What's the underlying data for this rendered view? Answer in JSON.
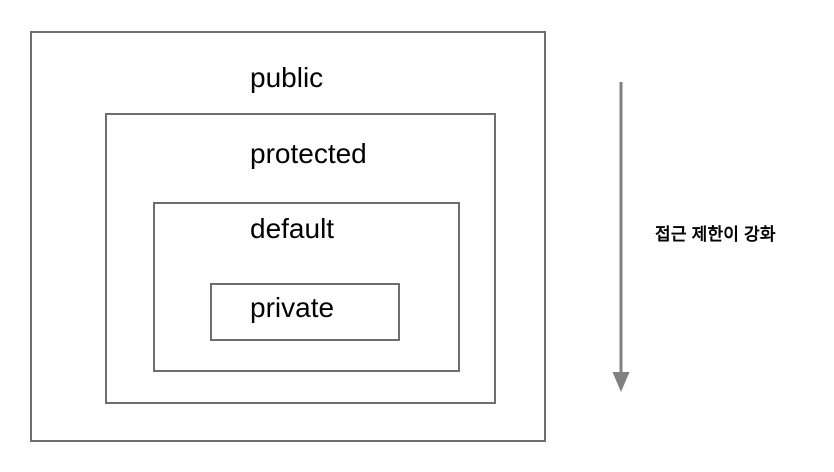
{
  "diagram": {
    "title": "Java access modifier scope diagram",
    "colors": {
      "box_border": "#6e6e6e",
      "text": "#000000",
      "arrow": "#808080",
      "background": "#ffffff"
    },
    "levels": [
      {
        "id": "public",
        "label": "public",
        "order": 1
      },
      {
        "id": "protected",
        "label": "protected",
        "order": 2
      },
      {
        "id": "default",
        "label": "default",
        "order": 3
      },
      {
        "id": "private",
        "label": "private",
        "order": 4
      }
    ],
    "annotation": {
      "text": "접근 제한이 강화",
      "arrow_direction": "down",
      "arrow_icon": "arrow-down-icon"
    }
  }
}
